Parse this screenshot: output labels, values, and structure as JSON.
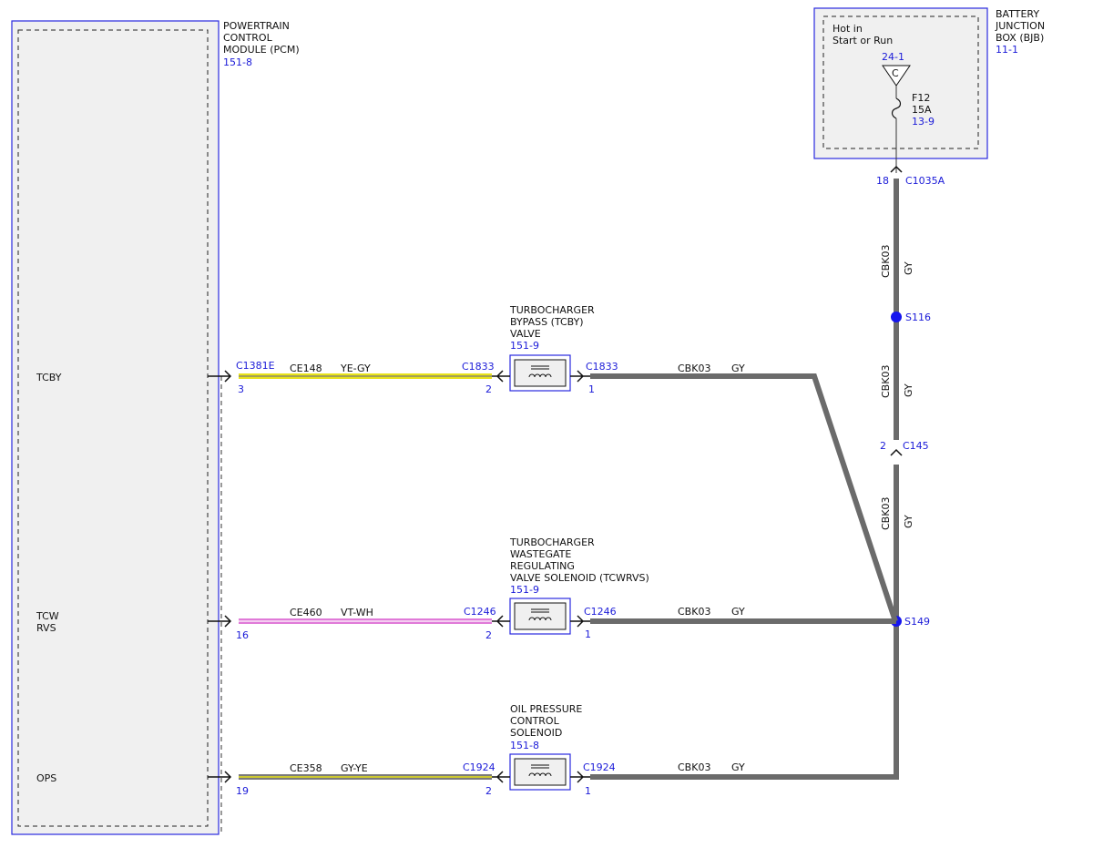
{
  "colors": {
    "module_border": "#2a2ae0",
    "module_fill": "#f0f0f0",
    "wire_gray": "#6b6b6b",
    "wire_yellow": "#e8e21a",
    "wire_violet": "#e07ad8",
    "splice_blue": "#1515ee",
    "ref_text": "#1a1ad8"
  },
  "pcm": {
    "title_lines": [
      "POWERTRAIN",
      "CONTROL",
      "MODULE (PCM)"
    ],
    "ref": "151-8",
    "pins": [
      {
        "label_lines": [
          "TCBY"
        ],
        "connector": "C1381E",
        "pin": "3",
        "circuit": "CE148",
        "color_code": "YE-GY"
      },
      {
        "label_lines": [
          "TCW",
          "RVS"
        ],
        "connector": "",
        "pin": "16",
        "circuit": "CE460",
        "color_code": "VT-WH"
      },
      {
        "label_lines": [
          "OPS"
        ],
        "connector": "",
        "pin": "19",
        "circuit": "CE358",
        "color_code": "GY-YE"
      }
    ]
  },
  "bjb": {
    "title_lines": [
      "BATTERY",
      "JUNCTION",
      "BOX (BJB)"
    ],
    "ref": "11-1",
    "hot_lines": [
      "Hot in",
      "Start or Run"
    ],
    "bus_ref": "24-1",
    "bus_letter": "C",
    "fuse_name": "F12",
    "fuse_rating": "15A",
    "fuse_ref": "13-9",
    "out_pin": "18",
    "out_connector": "C1035A"
  },
  "components": [
    {
      "title_lines": [
        "TURBOCHARGER",
        "BYPASS (TCBY)",
        "VALVE"
      ],
      "ref": "151-9",
      "connector": "C1833",
      "pin_in": "2",
      "pin_out": "1",
      "out_circuit": "CBK03",
      "out_color": "GY"
    },
    {
      "title_lines": [
        "TURBOCHARGER",
        "WASTEGATE",
        "REGULATING",
        "VALVE SOLENOID (TCWRVS)"
      ],
      "ref": "151-9",
      "connector": "C1246",
      "pin_in": "2",
      "pin_out": "1",
      "out_circuit": "CBK03",
      "out_color": "GY"
    },
    {
      "title_lines": [
        "OIL PRESSURE",
        "CONTROL",
        "SOLENOID"
      ],
      "ref": "151-8",
      "connector": "C1924",
      "pin_in": "2",
      "pin_out": "1",
      "out_circuit": "CBK03",
      "out_color": "GY"
    }
  ],
  "vertical_feed": {
    "segments": [
      {
        "circuit": "CBK03",
        "color": "GY"
      },
      {
        "circuit": "CBK03",
        "color": "GY"
      },
      {
        "circuit": "CBK03",
        "color": "GY"
      }
    ],
    "splice_top": "S116",
    "inline_pin": "2",
    "inline_connector": "C145",
    "splice_main": "S149"
  }
}
